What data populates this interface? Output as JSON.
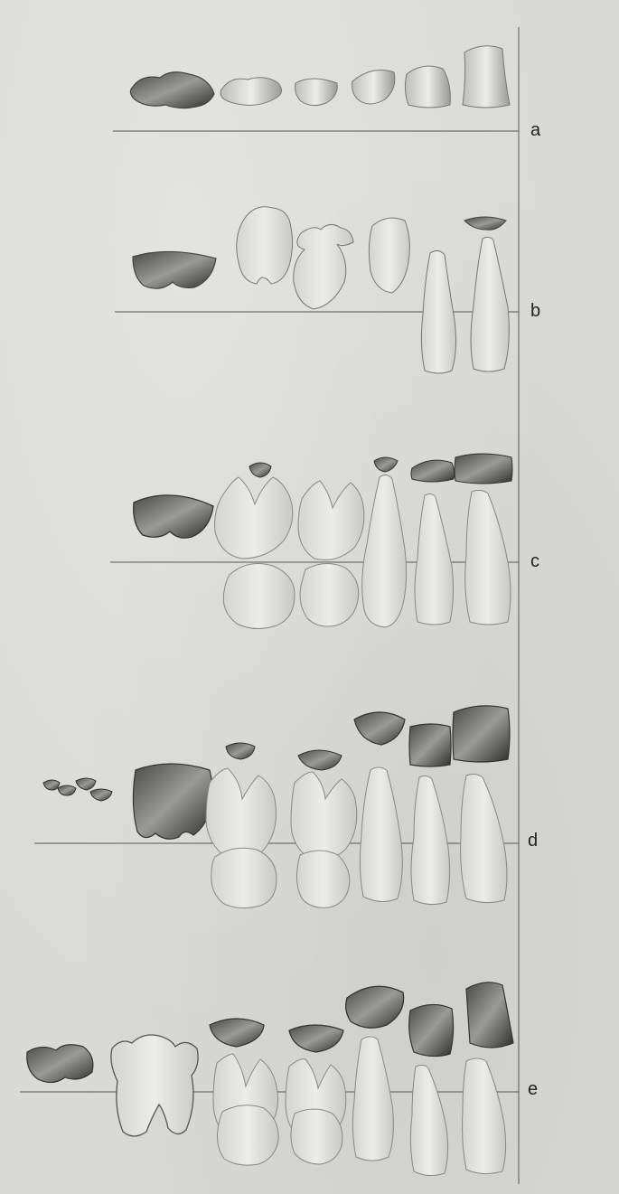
{
  "plate": {
    "colors": {
      "background": "#dadad6",
      "line": "#555555",
      "outline": "#777777",
      "dark_shade": "#3a3a3a",
      "fill": "#e9e9e5"
    },
    "rows": [
      {
        "label": "a"
      },
      {
        "label": "b"
      },
      {
        "label": "c"
      },
      {
        "label": "d"
      },
      {
        "label": "e"
      }
    ]
  }
}
